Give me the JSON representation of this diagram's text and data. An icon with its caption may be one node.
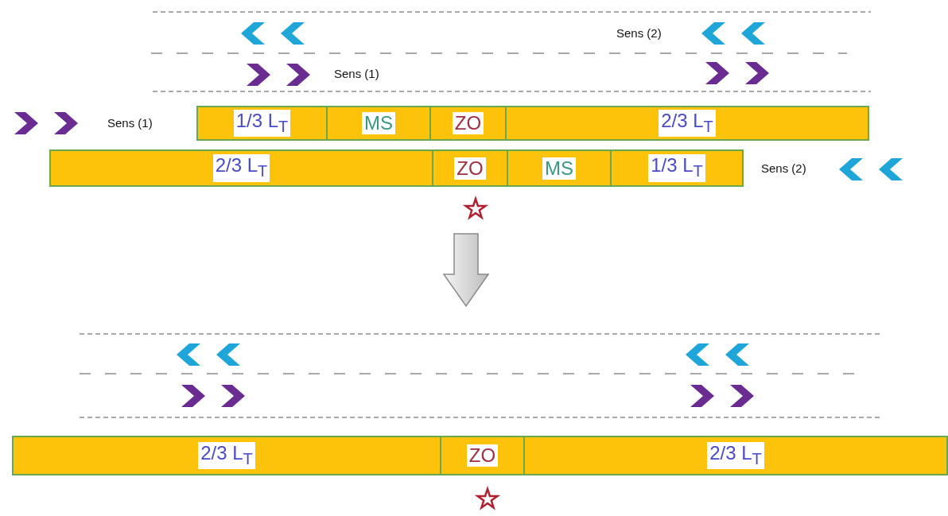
{
  "diagram": {
    "nodes": [
      {
        "text": [
          "1/3 L$_{T}$"
        ]
      },
      {
        "text": [
          "MS"
        ]
      },
      {
        "text": [
          "ZO"
        ]
      },
      {
        "text": [
          "2/3 L$_{T}$"
        ]
      },
      {
        "text": [
          "2/3 L$_{T}$"
        ]
      },
      {
        "text": [
          "ZO"
        ]
      },
      {
        "text": [
          "MS"
        ]
      },
      {
        "text": [
          "1/3 L$_{T}$"
        ]
      },
      {
        "text": [
          "2/3 L$_{T}$"
        ]
      },
      {
        "text": [
          "ZO"
        ]
      },
      {
        "text": [
          "2/3 L$_{T}$"
        ]
      }
    ],
    "labels": [
      "Sens (2)",
      "Sens (1)",
      "Sens (1)",
      "Sens (2)"
    ]
  }
}
